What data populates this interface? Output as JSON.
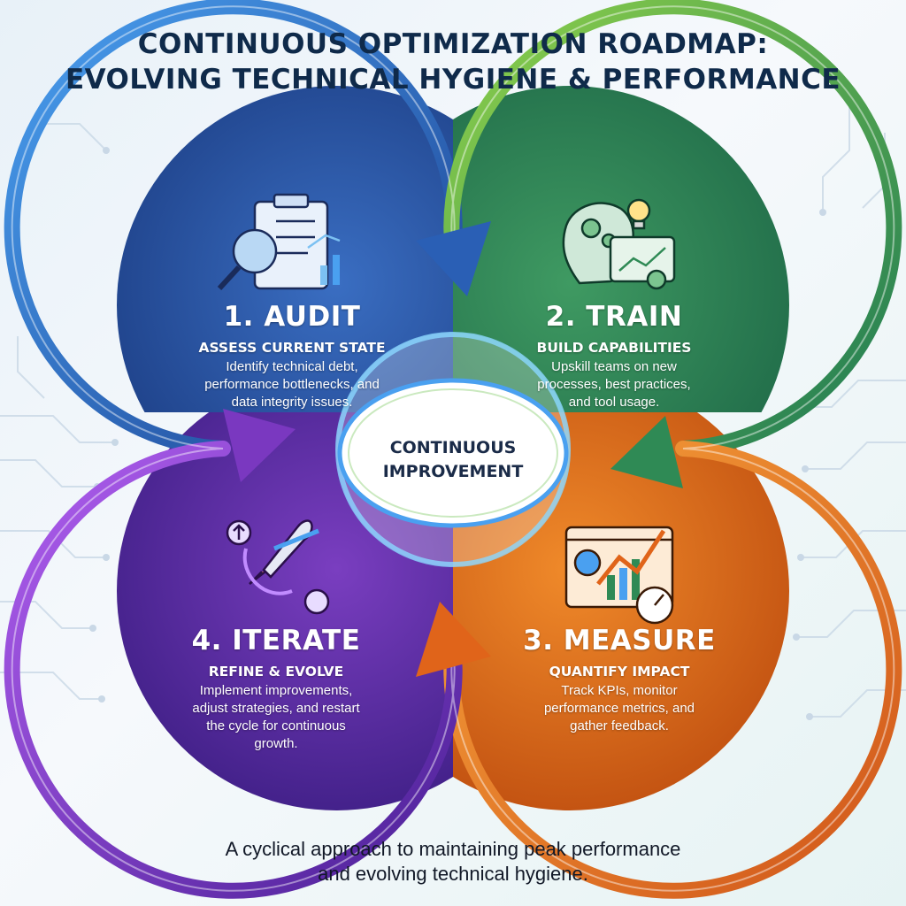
{
  "title": {
    "line1": "CONTINUOUS OPTIMIZATION ROADMAP:",
    "line2": "EVOLVING TECHNICAL HYGIENE & PERFORMANCE"
  },
  "hub": {
    "line1": "CONTINUOUS",
    "line2": "IMPROVEMENT"
  },
  "steps": {
    "audit": {
      "heading": "1. AUDIT",
      "subheading": "ASSESS CURRENT STATE",
      "desc": [
        "Identify technical debt,",
        "performance bottlenecks, and",
        "data integrity issues."
      ],
      "icon": "clipboard-magnifier-icon",
      "color": "#2c5aa8"
    },
    "train": {
      "heading": "2. TRAIN",
      "subheading": "BUILD CAPABILITIES",
      "desc": [
        "Upskill teams on new",
        "processes, best practices,",
        "and tool usage."
      ],
      "icon": "head-gears-lightbulb-icon",
      "color": "#2f8a55"
    },
    "measure": {
      "heading": "3. MEASURE",
      "subheading": "QUANTIFY IMPACT",
      "desc": [
        "Track KPIs, monitor",
        "performance metrics, and",
        "gather feedback."
      ],
      "icon": "dashboard-chart-gauge-icon",
      "color": "#e06a1c"
    },
    "iterate": {
      "heading": "4. ITERATE",
      "subheading": "REFINE & EVOLVE",
      "desc": [
        "Implement improvements,",
        "adjust strategies, and restart",
        "the cycle for continuous",
        "growth."
      ],
      "icon": "rocket-icon",
      "color": "#6a2fa8"
    }
  },
  "footer": {
    "line1": "A cyclical approach to maintaining peak performance",
    "line2": "and evolving technical hygiene."
  }
}
